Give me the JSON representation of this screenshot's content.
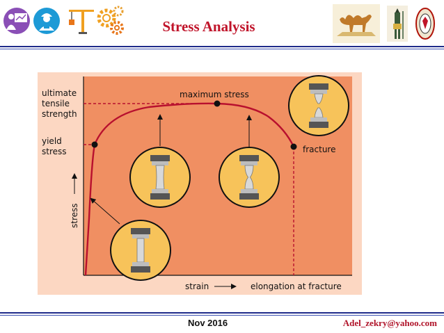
{
  "header": {
    "title": "Stress Analysis"
  },
  "footer": {
    "date": "Nov 2016",
    "email": "Adel_zekry@yahoo.com"
  },
  "logos": [
    "teacher-icon",
    "engineer-icon",
    "crane-icon",
    "gears-icon",
    "camel-logo",
    "pharaoh-logo",
    "shield-logo"
  ],
  "colors": {
    "title": "#c0142a",
    "rule": "#1e2b8a",
    "plot_bg": "#f08f62",
    "panel_bg": "#fcd7c2",
    "curve": "#b8102e",
    "specimen_circle": "#f7c35a"
  },
  "diagram": {
    "labels": {
      "uts_line1": "ultimate",
      "uts_line2": "tensile",
      "uts_line3": "strength",
      "yield_line1": "yield",
      "yield_line2": "stress",
      "max_stress": "maximum stress",
      "fracture": "fracture",
      "stress_axis": "stress",
      "strain_axis": "strain",
      "elongation": "elongation at fracture"
    }
  }
}
